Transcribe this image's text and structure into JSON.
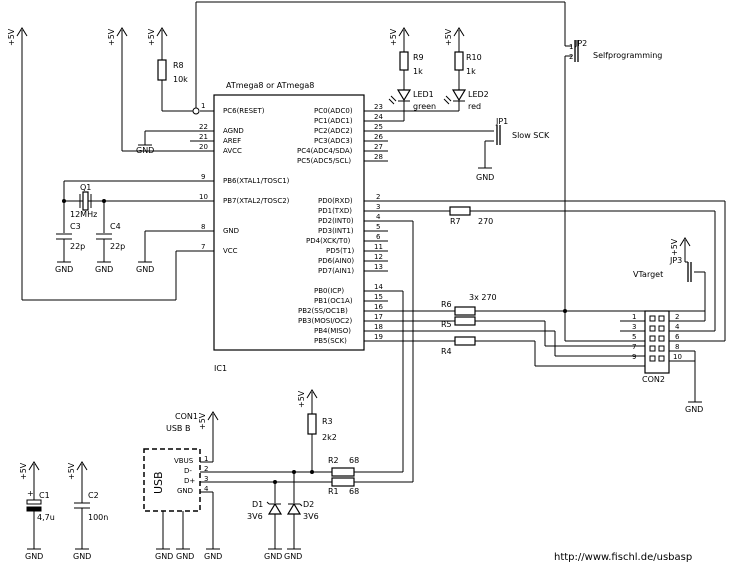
{
  "title_ic": "ATmega8 or ATmega8",
  "ic_name": "IC1",
  "url": "http://www.fischl.de/usbasp",
  "supply": "+5V",
  "gnd": "GND",
  "pins_left": [
    {
      "num": "1",
      "label": "PC6(RESET)"
    },
    {
      "num": "22",
      "label": "AGND"
    },
    {
      "num": "21",
      "label": "AREF"
    },
    {
      "num": "20",
      "label": "AVCC"
    },
    {
      "num": "9",
      "label": "PB6(XTAL1/TOSC1)"
    },
    {
      "num": "10",
      "label": "PB7(XTAL2/TOSC2)"
    },
    {
      "num": "8",
      "label": "GND"
    },
    {
      "num": "7",
      "label": "VCC"
    }
  ],
  "pins_right_c": [
    {
      "num": "23",
      "label": "PC0(ADC0)"
    },
    {
      "num": "24",
      "label": "PC1(ADC1)"
    },
    {
      "num": "25",
      "label": "PC2(ADC2)"
    },
    {
      "num": "26",
      "label": "PC3(ADC3)"
    },
    {
      "num": "27",
      "label": "PC4(ADC4/SDA)"
    },
    {
      "num": "28",
      "label": "PC5(ADC5/SCL)"
    }
  ],
  "pins_right_d": [
    {
      "num": "2",
      "label": "PD0(RXD)"
    },
    {
      "num": "3",
      "label": "PD1(TXD)"
    },
    {
      "num": "4",
      "label": "PD2(INT0)"
    },
    {
      "num": "5",
      "label": "PD3(INT1)"
    },
    {
      "num": "6",
      "label": "PD4(XCK/T0)"
    },
    {
      "num": "11",
      "label": "PD5(T1)"
    },
    {
      "num": "12",
      "label": "PD6(AIN0)"
    },
    {
      "num": "13",
      "label": "PD7(AIN1)"
    }
  ],
  "pins_right_b": [
    {
      "num": "14",
      "label": "PB0(ICP)"
    },
    {
      "num": "15",
      "label": "PB1(OC1A)"
    },
    {
      "num": "16",
      "label": "PB2(SS/OC1B)"
    },
    {
      "num": "17",
      "label": "PB3(MOSI/OC2)"
    },
    {
      "num": "18",
      "label": "PB4(MISO)"
    },
    {
      "num": "19",
      "label": "PB5(SCK)"
    }
  ],
  "parts": {
    "r8": {
      "name": "R8",
      "value": "10k"
    },
    "r9": {
      "name": "R9",
      "value": "1k"
    },
    "r10": {
      "name": "R10",
      "value": "1k"
    },
    "r7": {
      "name": "R7",
      "value": "270"
    },
    "r3": {
      "name": "R3",
      "value": "2k2"
    },
    "r2": {
      "name": "R2",
      "value": "68"
    },
    "r1": {
      "name": "R1",
      "value": "68"
    },
    "r6": {
      "name": "R6",
      "value": "3x 270"
    },
    "r5": {
      "name": "R5"
    },
    "r4": {
      "name": "R4"
    },
    "led1": {
      "name": "LED1",
      "color": "green"
    },
    "led2": {
      "name": "LED2",
      "color": "red"
    },
    "q1": {
      "name": "Q1",
      "value": "12MHz"
    },
    "c3": {
      "name": "C3",
      "value": "22p"
    },
    "c4": {
      "name": "C4",
      "value": "22p"
    },
    "c1": {
      "name": "C1",
      "value": "4,7u"
    },
    "c2": {
      "name": "C2",
      "value": "100n"
    },
    "d1": {
      "name": "D1",
      "value": "3V6"
    },
    "d2": {
      "name": "D2",
      "value": "3V6"
    },
    "jp1": {
      "name": "JP1",
      "label": "Slow SCK"
    },
    "jp2": {
      "name": "JP2",
      "label": "Selfprogramming"
    },
    "jp3": {
      "name": "JP3",
      "label": "VTarget"
    },
    "con1": {
      "name": "CON1",
      "type": "USB B",
      "body": "USB",
      "pins": [
        "VBUS",
        "D-",
        "D+",
        "GND"
      ],
      "pin_nums": [
        "1",
        "2",
        "3",
        "4"
      ]
    },
    "con2": {
      "name": "CON2",
      "pins_left": [
        "1",
        "3",
        "5",
        "7",
        "9"
      ],
      "pins_right": [
        "2",
        "4",
        "6",
        "8",
        "10"
      ]
    }
  }
}
